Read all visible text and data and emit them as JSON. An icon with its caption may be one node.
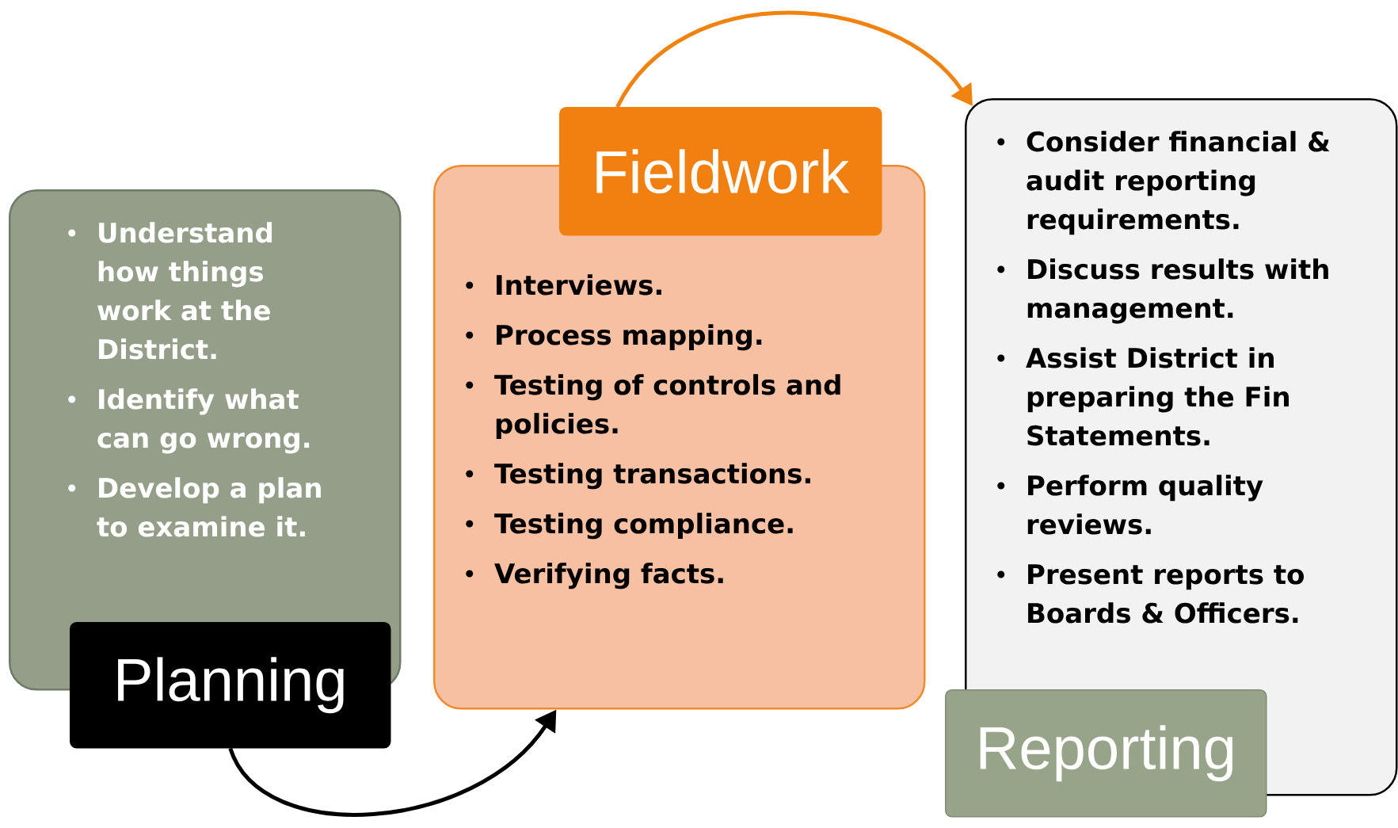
{
  "diagram": {
    "nodes": [
      {
        "text": [
          "Understand how things work at the District.",
          "Identify what can go wrong.",
          "Develop a plan to examine it."
        ]
      },
      {
        "text": [
          "Planning"
        ]
      },
      {
        "text": [
          "Interviews.",
          "Process mapping.",
          "Testing of controls and policies.",
          "Testing transactions.",
          "Testing compliance.",
          "Verifying facts."
        ]
      },
      {
        "text": [
          "Fieldwork"
        ]
      },
      {
        "text": [
          "Consider financial & audit reporting requirements.",
          "Discuss results with management.",
          "Assist District in preparing the Fin Statements.",
          "Perform quality reviews.",
          "Present reports to Boards & Officers."
        ]
      },
      {
        "text": [
          "Reporting"
        ]
      }
    ],
    "edges": [
      {
        "from": 1,
        "to": 2,
        "arrow": "to"
      },
      {
        "from": 3,
        "to": 4,
        "arrow": "to",
        "color": "#f0820f"
      }
    ]
  }
}
